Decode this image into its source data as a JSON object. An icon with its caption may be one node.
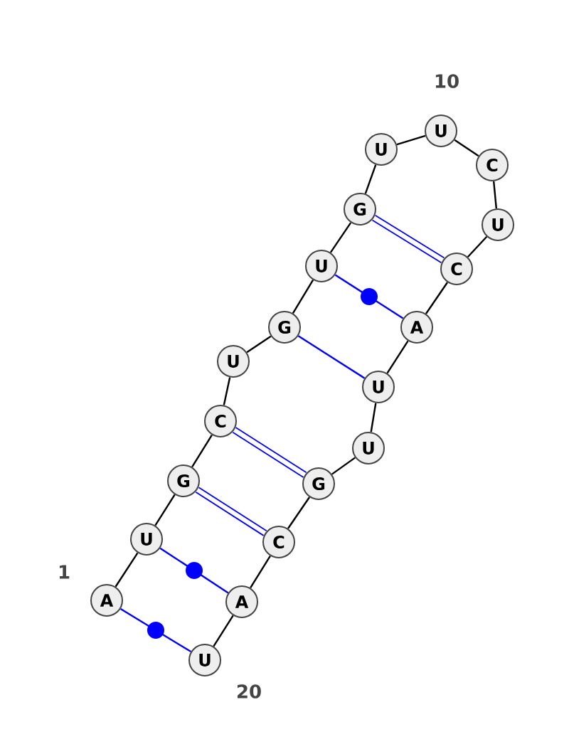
{
  "diagram": {
    "nodes": [
      {
        "text": [
          "A"
        ],
        "beside": [
          "1"
        ]
      },
      {
        "text": [
          "U"
        ]
      },
      {
        "text": [
          "G"
        ]
      },
      {
        "text": [
          "C"
        ]
      },
      {
        "text": [
          "U"
        ]
      },
      {
        "text": [
          "G"
        ]
      },
      {
        "text": [
          "U"
        ]
      },
      {
        "text": [
          "G"
        ]
      },
      {
        "text": [
          "U"
        ]
      },
      {
        "text": [
          "U"
        ],
        "beside": [
          "10"
        ]
      },
      {
        "text": [
          "C"
        ]
      },
      {
        "text": [
          "U"
        ]
      },
      {
        "text": [
          "C"
        ]
      },
      {
        "text": [
          "A"
        ]
      },
      {
        "text": [
          "U"
        ]
      },
      {
        "text": [
          "U"
        ]
      },
      {
        "text": [
          "G"
        ]
      },
      {
        "text": [
          "C"
        ]
      },
      {
        "text": [
          "A"
        ]
      },
      {
        "text": [
          "U"
        ],
        "beside": [
          "20"
        ]
      }
    ],
    "edges": [
      {
        "from": 0,
        "to": 1,
        "arrow": "none"
      },
      {
        "from": 1,
        "to": 2,
        "arrow": "none"
      },
      {
        "from": 2,
        "to": 3,
        "arrow": "none"
      },
      {
        "from": 3,
        "to": 4,
        "arrow": "none"
      },
      {
        "from": 4,
        "to": 5,
        "arrow": "none"
      },
      {
        "from": 5,
        "to": 6,
        "arrow": "none"
      },
      {
        "from": 6,
        "to": 7,
        "arrow": "none"
      },
      {
        "from": 7,
        "to": 8,
        "arrow": "none"
      },
      {
        "from": 8,
        "to": 9,
        "arrow": "none"
      },
      {
        "from": 9,
        "to": 10,
        "arrow": "none"
      },
      {
        "from": 10,
        "to": 11,
        "arrow": "none"
      },
      {
        "from": 11,
        "to": 12,
        "arrow": "none"
      },
      {
        "from": 12,
        "to": 13,
        "arrow": "none"
      },
      {
        "from": 13,
        "to": 14,
        "arrow": "none"
      },
      {
        "from": 14,
        "to": 15,
        "arrow": "none"
      },
      {
        "from": 15,
        "to": 16,
        "arrow": "none"
      },
      {
        "from": 16,
        "to": 17,
        "arrow": "none"
      },
      {
        "from": 17,
        "to": 18,
        "arrow": "none"
      },
      {
        "from": 18,
        "to": 19,
        "arrow": "none"
      },
      {
        "from": 0,
        "to": 19,
        "arrow": "none",
        "color": "#0000ff"
      },
      {
        "from": 1,
        "to": 18,
        "arrow": "none",
        "color": "#0000ff"
      },
      {
        "from": 2,
        "to": 17,
        "arrow": "none",
        "color": "#0000ff",
        "style": "thick"
      },
      {
        "from": 3,
        "to": 16,
        "arrow": "none",
        "color": "#0000ff",
        "style": "thick"
      },
      {
        "from": 5,
        "to": 14,
        "arrow": "none",
        "color": "#0000ff"
      },
      {
        "from": 6,
        "to": 13,
        "arrow": "none",
        "color": "#0000ff"
      },
      {
        "from": 7,
        "to": 12,
        "arrow": "none",
        "color": "#0000ff",
        "style": "thick"
      }
    ]
  }
}
